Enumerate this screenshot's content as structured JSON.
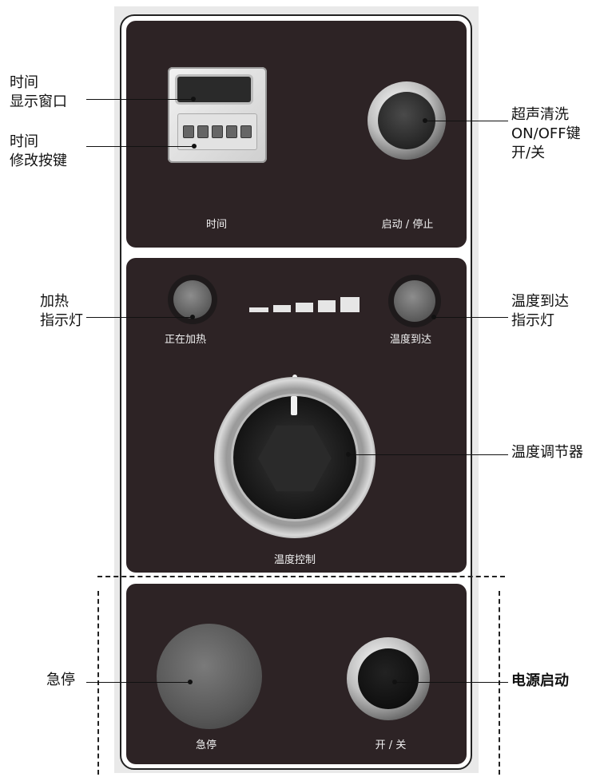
{
  "panels": {
    "top": {
      "left_label": "时间",
      "right_label": "启动 / 停止"
    },
    "middle": {
      "left_label": "正在加热",
      "right_label": "温度到达",
      "bottom_label": "温度控制"
    },
    "bottom": {
      "left_label": "急停",
      "right_label": "开 / 关"
    }
  },
  "callouts": {
    "time_display": [
      "时间",
      "显示窗口"
    ],
    "time_keys": [
      "时间",
      "修改按键"
    ],
    "ultrasonic": [
      "超声清洗",
      "ON/OFF键",
      "开/关"
    ],
    "heating_lamp": [
      "加热",
      "指示灯"
    ],
    "temp_reached_lamp": [
      "温度到达",
      "指示灯"
    ],
    "temp_regulator": "温度调节器",
    "emergency": "急停",
    "power": "电源启动"
  },
  "colors": {
    "panel": "#2d2325",
    "frame": "#e9e9e9",
    "label": "#f2f2f2"
  }
}
